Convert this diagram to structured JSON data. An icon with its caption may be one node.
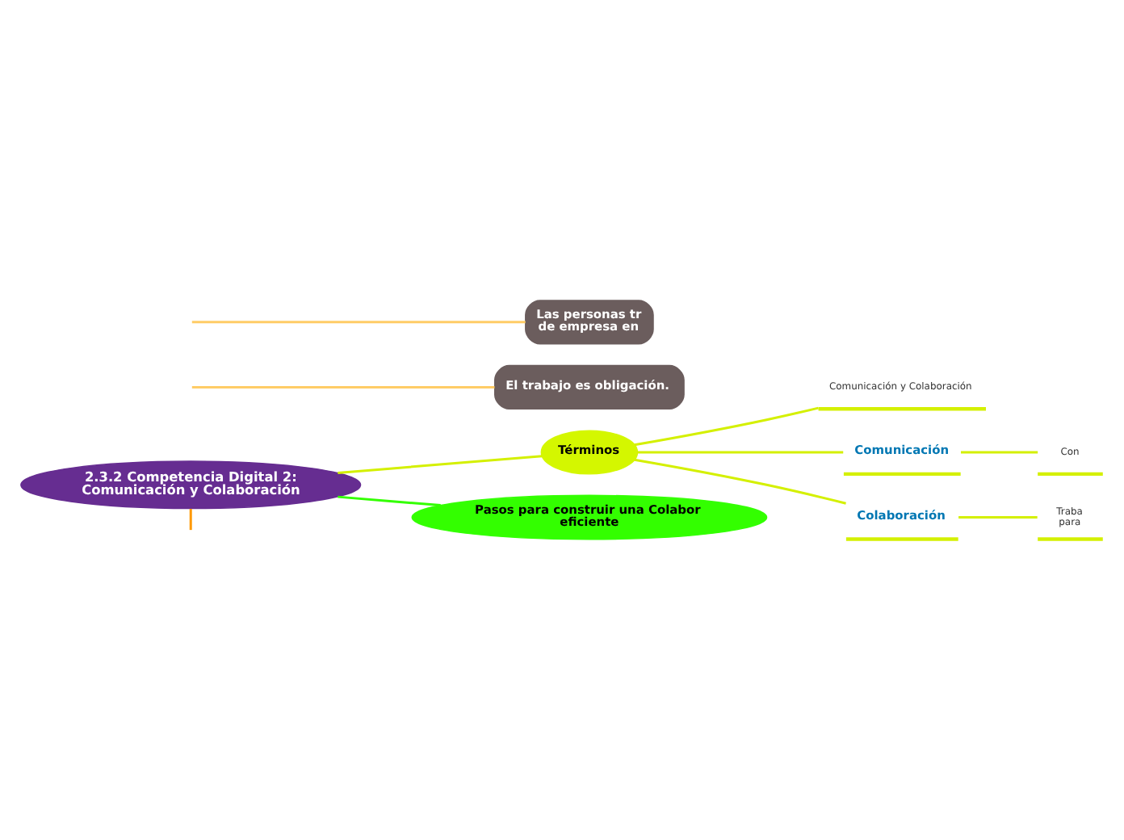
{
  "diagram": {
    "nodes": [
      {
        "text": [
          "2.3.2 Competencia Digital 2: Comunicación y Colaboración"
        ]
      },
      {
        "text": [
          "El trabajo es obligación."
        ]
      },
      {
        "text": [
          "Las personas tr de empresa en"
        ]
      },
      {
        "text": [
          "Términos"
        ]
      },
      {
        "text": [
          "Comunicación y Colaboración"
        ]
      },
      {
        "text": [
          "Comunicación"
        ]
      },
      {
        "text": [
          "Con"
        ]
      },
      {
        "text": [
          "Colaboración"
        ]
      },
      {
        "text": [
          "Traba para"
        ]
      },
      {
        "text": [
          "Pasos para construir una Colabor eficiente"
        ]
      }
    ],
    "edges": [
      {
        "from": 0,
        "to": null,
        "arrow": "none",
        "color": "#ff9900"
      },
      {
        "from": null,
        "to": 1,
        "arrow": "none",
        "color": "#ffcc66"
      },
      {
        "from": null,
        "to": 2,
        "arrow": "none",
        "color": "#ffcc66"
      },
      {
        "from": 0,
        "to": 3,
        "arrow": "none"
      },
      {
        "from": 3,
        "to": 4,
        "arrow": "none"
      },
      {
        "from": 3,
        "to": 5,
        "arrow": "none"
      },
      {
        "from": 3,
        "to": 7,
        "arrow": "none"
      },
      {
        "from": 5,
        "to": 6,
        "arrow": "none"
      },
      {
        "from": 7,
        "to": 8,
        "arrow": "none"
      },
      {
        "from": 0,
        "to": 9,
        "arrow": "none",
        "color": "#33ff00"
      }
    ]
  }
}
